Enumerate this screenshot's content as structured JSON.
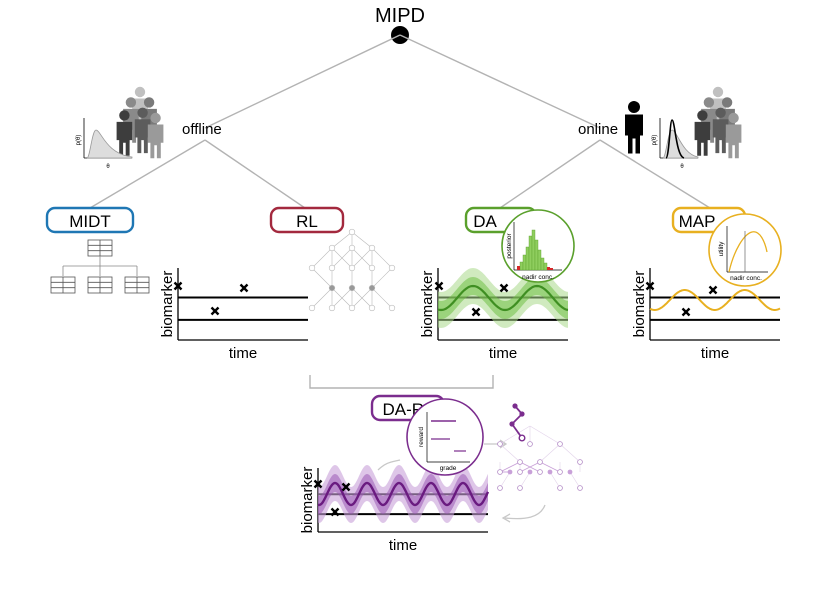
{
  "root": {
    "title": "MIPD"
  },
  "branches": {
    "offline": "offline",
    "online": "online"
  },
  "mini_plot": {
    "ylabel": "p(θ)",
    "xlabel": "θ"
  },
  "methods": [
    {
      "id": "midt",
      "label": "MIDT",
      "color": "#1f77b4"
    },
    {
      "id": "rl",
      "label": "RL",
      "color": "#a3293e"
    },
    {
      "id": "da",
      "label": "DA",
      "color": "#5aa02c"
    },
    {
      "id": "map",
      "label": "MAP",
      "color": "#e8b020"
    },
    {
      "id": "darl",
      "label": "DA-RL",
      "color": "#7b2d8e"
    }
  ],
  "plot": {
    "ylabel": "biomarker",
    "xlabel": "time"
  },
  "insets": {
    "da": {
      "ylabel": "posterior",
      "xlabel": "nadir conc."
    },
    "map": {
      "ylabel": "utility",
      "xlabel": "nadir conc."
    },
    "darl": {
      "ylabel": "reward",
      "xlabel": "grade"
    }
  },
  "colors": {
    "tree_line": "#b3b3b3",
    "people_dark": "#444444",
    "people_light": "#a0a0a0"
  }
}
